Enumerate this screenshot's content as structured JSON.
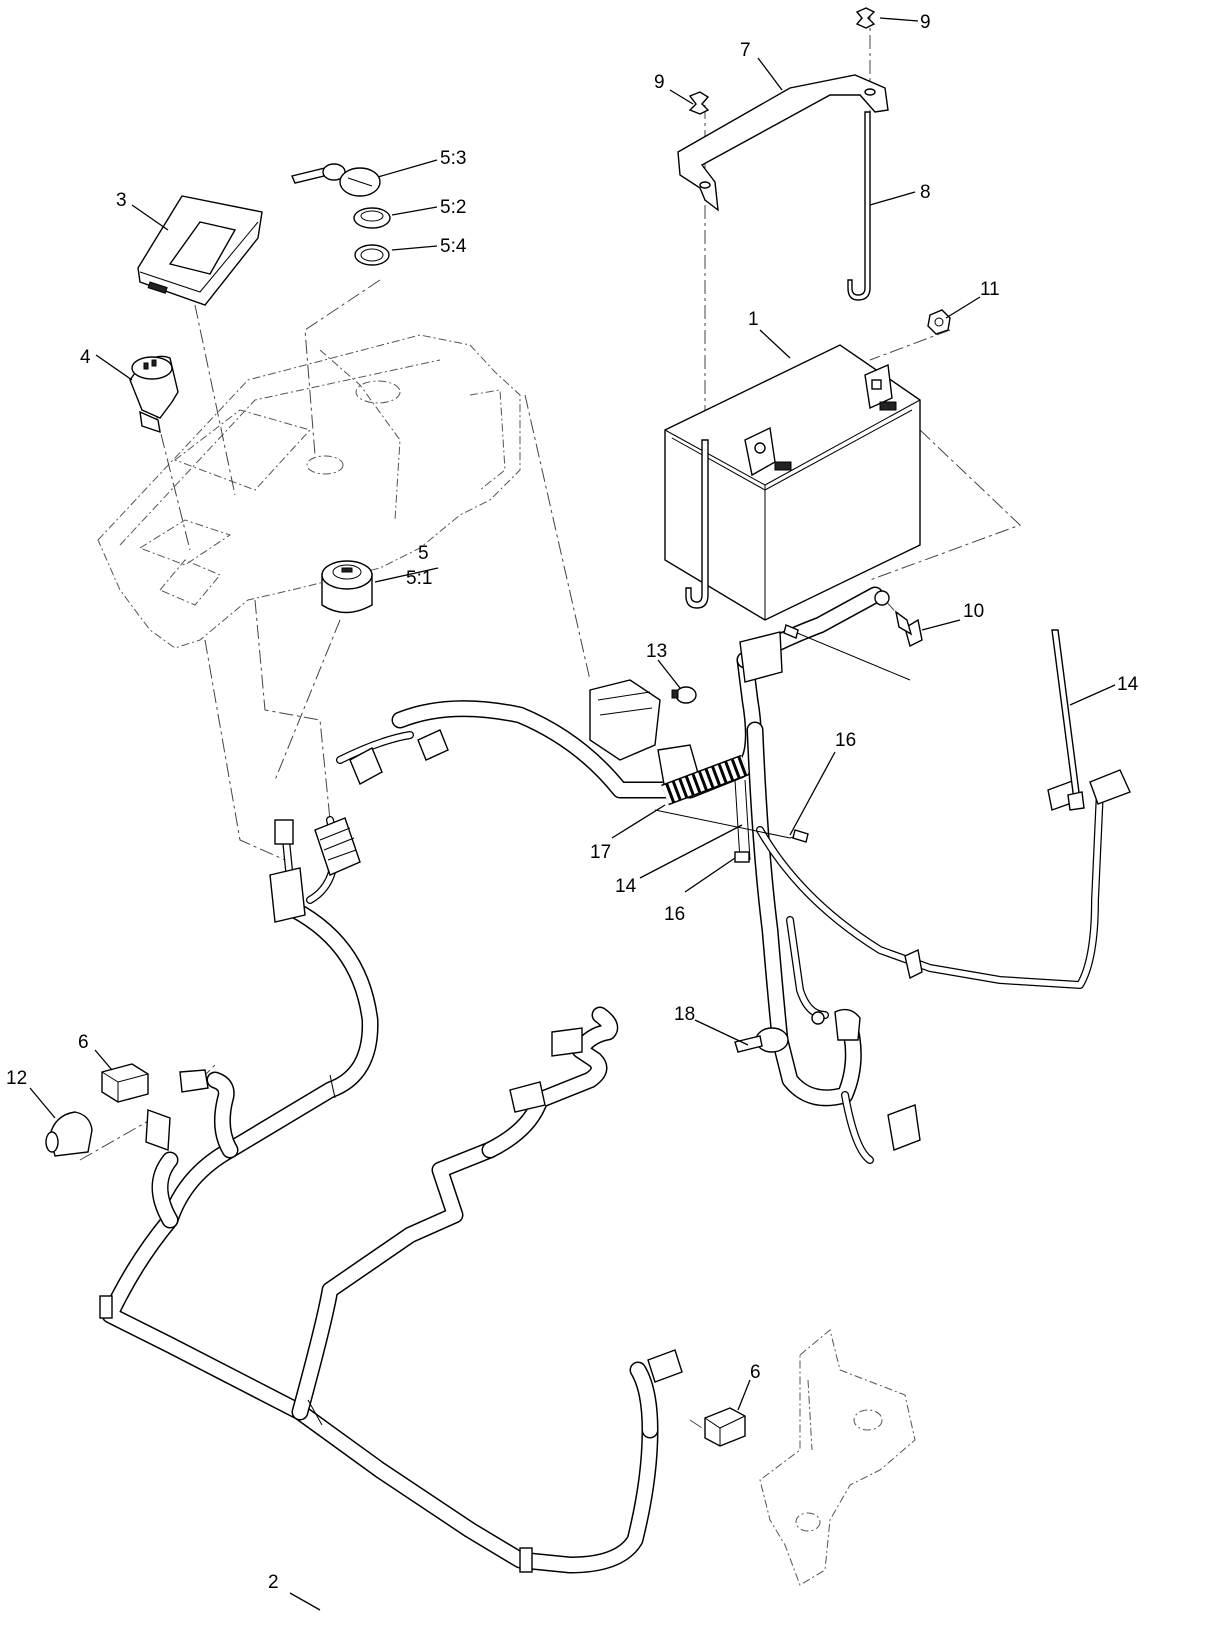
{
  "callouts": {
    "c1": "1",
    "c2": "2",
    "c3": "3",
    "c4": "4",
    "c5": "5",
    "c5_1": "5:1",
    "c5_2": "5:2",
    "c5_3": "5:3",
    "c5_4": "5:4",
    "c6_left": "6",
    "c6_bottom": "6",
    "c7": "7",
    "c8": "8",
    "c9_top": "9",
    "c9_left": "9",
    "c10": "10",
    "c11": "11",
    "c12": "12",
    "c13": "13",
    "c14_right": "14",
    "c14_mid": "14",
    "c16_upper": "16",
    "c16_lower": "16",
    "c17": "17",
    "c18": "18"
  }
}
